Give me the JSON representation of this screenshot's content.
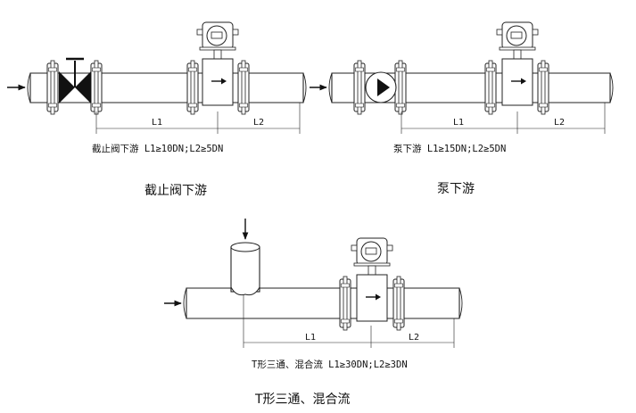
{
  "panels": [
    {
      "id": "valve",
      "note": "截止阀下游  L1≥10DN;L2≥5DN",
      "caption": "截止阀下游",
      "l1_label": "L1",
      "l2_label": "L2"
    },
    {
      "id": "pump",
      "note": "泵下游  L1≥15DN;L2≥5DN",
      "caption": "泵下游",
      "l1_label": "L1",
      "l2_label": "L2"
    },
    {
      "id": "tee",
      "note": "T形三通、混合流  L1≥30DN;L2≥3DN",
      "caption": "T形三通、混合流",
      "l1_label": "L1",
      "l2_label": "L2"
    }
  ],
  "colors": {
    "line": "#222222",
    "fill_dark": "#111111",
    "background": "#ffffff"
  },
  "icons": [
    "flow-arrow-icon",
    "gate-valve-icon",
    "pump-icon",
    "flowmeter-icon",
    "tee-junction-icon"
  ]
}
